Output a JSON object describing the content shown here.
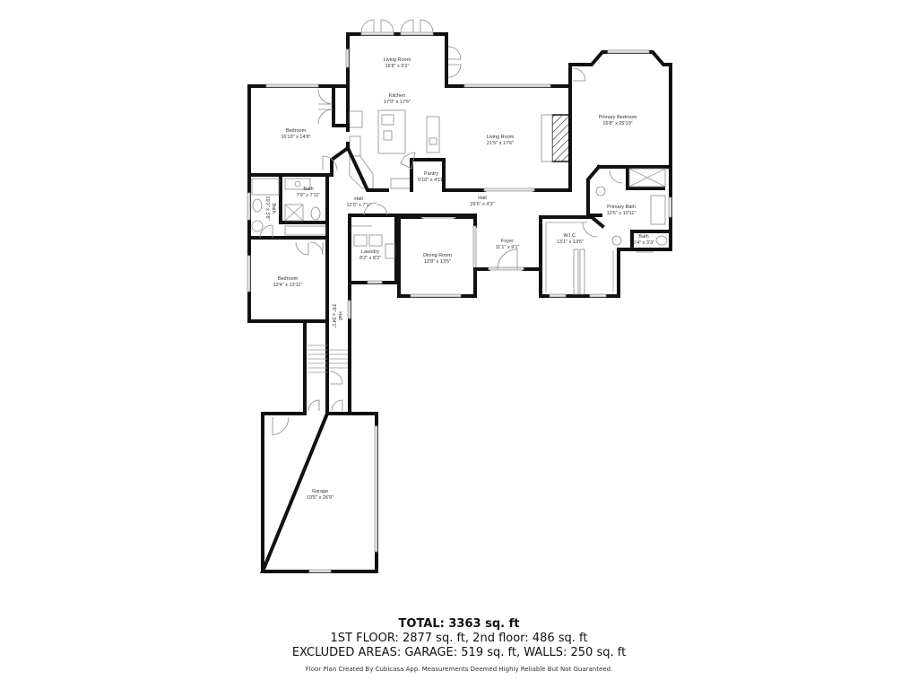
{
  "floor_plan": {
    "rooms": [
      {
        "id": "living-room-top",
        "name": "Living Room",
        "dims": "16'8\" x 9'2\""
      },
      {
        "id": "kitchen",
        "name": "Kitchen",
        "dims": "17'0\" x 17'6\""
      },
      {
        "id": "bedroom-1",
        "name": "Bedroom",
        "dims": "16'10\" x 14'8\""
      },
      {
        "id": "living-room-main",
        "name": "Living Room",
        "dims": "21'5\" x 17'6\""
      },
      {
        "id": "primary-bedroom",
        "name": "Primary Bedroom",
        "dims": "16'8\" x 25'10\""
      },
      {
        "id": "pantry",
        "name": "Pantry",
        "dims": "5'10\" x 4'11\""
      },
      {
        "id": "bath-1",
        "name": "Bath",
        "dims": "7'9\" x 7'11\""
      },
      {
        "id": "bath-2",
        "name": "Bath",
        "dims": "10'1\" x 5'8\""
      },
      {
        "id": "hall-1",
        "name": "Hall",
        "dims": "12'0\" x 7'1\""
      },
      {
        "id": "hall-2",
        "name": "Hall",
        "dims": "29'6\" x 4'3\""
      },
      {
        "id": "primary-bath",
        "name": "Primary Bath",
        "dims": "13'5\" x 13'11\""
      },
      {
        "id": "bath-3",
        "name": "Bath",
        "dims": "5'4\" x 3'3\""
      },
      {
        "id": "wic",
        "name": "W.I.C.",
        "dims": "13'1\" x 13'5\""
      },
      {
        "id": "foyer",
        "name": "Foyer",
        "dims": "11'1\" x 9'1\""
      },
      {
        "id": "dining-room",
        "name": "Dining Room",
        "dims": "12'8\" x 13'5\""
      },
      {
        "id": "laundry",
        "name": "Laundry",
        "dims": "8'2\" x 8'3\""
      },
      {
        "id": "bedroom-2",
        "name": "Bedroom",
        "dims": "13'4\" x 13'11\""
      },
      {
        "id": "hall-3",
        "name": "Hall",
        "dims": "3'9\" x 34'1\""
      },
      {
        "id": "garage",
        "name": "Garage",
        "dims": "19'5\" x 26'9\""
      }
    ]
  },
  "summary": {
    "total": "TOTAL: 3363 sq. ft",
    "floors": "1ST FLOOR: 2877 sq. ft, 2nd floor: 486 sq. ft",
    "excluded": "EXCLUDED AREAS: GARAGE: 519 sq. ft, WALLS: 250 sq. ft",
    "credit": "Floor Plan Created By Cubicasa App. Measurements Deemed Highly Reliable But Not Guaranteed."
  }
}
